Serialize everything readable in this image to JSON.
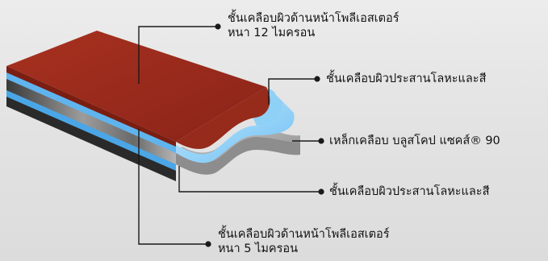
{
  "labels": {
    "top_coating": {
      "line1": "ชั้นเคลือบผิวด้านหน้าโพลีเอสเตอร์",
      "line2": "หนา 12 ไมครอน"
    },
    "upper_pretreatment": {
      "line1": "ชั้นเคลือบผิวประสานโลหะและสี"
    },
    "steel_core": {
      "line1": "เหล็กเคลือบ บลูสโคป แซคส์® 90"
    },
    "lower_pretreatment": {
      "line1": "ชั้นเคลือบผิวประสานโลหะและสี"
    },
    "back_coating": {
      "line1": "ชั้นเคลือบผิวด้านหน้าโพลีเอสเตอร์",
      "line2": "หนา 5 ไมครอน"
    }
  },
  "colors": {
    "paint_red": "#9b2a1c",
    "pretreatment_blue": "#5fb4ee",
    "steel_grey": "#9a9a9a",
    "leader_line": "#1a1a1a"
  }
}
